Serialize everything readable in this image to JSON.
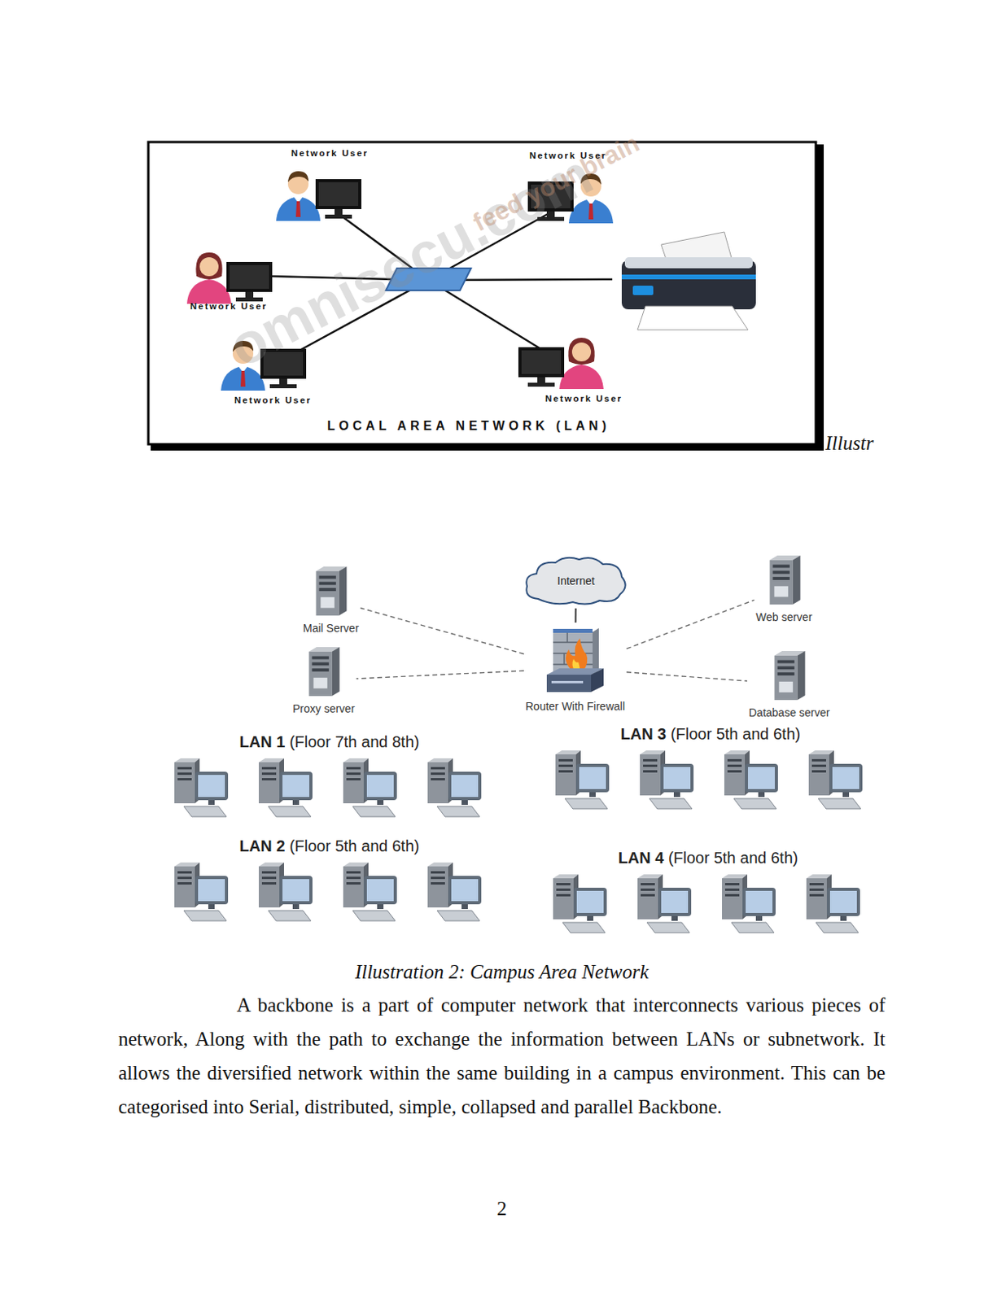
{
  "diagram": {
    "caption": "Illustration 2: Campus Area Network",
    "nodes": [
      {
        "text": [
          "Mail Server"
        ]
      },
      {
        "text": [
          "Internet"
        ]
      },
      {
        "text": [
          "Web server"
        ]
      },
      {
        "text": [
          "Proxy server"
        ]
      },
      {
        "text": [
          "Router With Firewall"
        ]
      },
      {
        "text": [
          "Database server"
        ]
      },
      {
        "text": [
          "LAN 1",
          "(Floor 7th and 8th)"
        ]
      },
      {
        "text": [
          "LAN 3",
          "(Floor 5th and 6th)"
        ]
      },
      {
        "text": [
          "LAN 2",
          "(Floor 5th and 6th)"
        ]
      },
      {
        "text": [
          "LAN 4",
          "(Floor 5th and 6th)"
        ]
      }
    ],
    "edges": [
      {
        "from": 1,
        "to": 4,
        "arrow": "none"
      },
      {
        "from": 4,
        "to": 0,
        "arrow": "none"
      },
      {
        "from": 4,
        "to": 3,
        "arrow": "none"
      },
      {
        "from": 4,
        "to": 2,
        "arrow": "none"
      },
      {
        "from": 4,
        "to": 5,
        "arrow": "none"
      }
    ],
    "labels": [
      "Network User",
      "Network User",
      "Network User",
      "Network User",
      "Network User",
      "LOCAL AREA NETWORK (LAN)",
      "omnisecu.com",
      "feed your brain",
      "Illustr",
      "A backbone is a part of computer network that interconnects various pieces of network, Along with the path to exchange the information between LANs or subnetwork. It allows the diversified network within the same building in a campus environment. This can be categorised into Serial, distributed, simple, collapsed and parallel Backbone.",
      "2"
    ]
  }
}
